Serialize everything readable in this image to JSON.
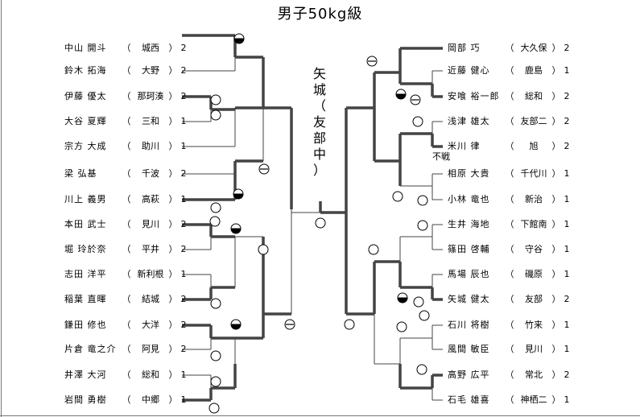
{
  "title": "男子50kg級",
  "champion": {
    "chars": [
      "矢",
      "城",
      "（",
      "友",
      "部",
      "中",
      "）"
    ]
  },
  "left_entries": [
    {
      "name": "中山 開斗",
      "club": "城西",
      "score": "2"
    },
    {
      "name": "鈴木 拓海",
      "club": "大野",
      "score": "2"
    },
    {
      "name": "伊藤 優太",
      "club": "那珂湊",
      "score": "2"
    },
    {
      "name": "大谷 夏輝",
      "club": "三和",
      "score": "1"
    },
    {
      "name": "宗方 大成",
      "club": "助川",
      "score": "1"
    },
    {
      "name": "梁 弘基",
      "club": "千波",
      "score": "2"
    },
    {
      "name": "川上 義男",
      "club": "高萩",
      "score": "1"
    },
    {
      "name": "本田 武士",
      "club": "見川",
      "score": "2"
    },
    {
      "name": "堀 玲於奈",
      "club": "平井",
      "score": "2"
    },
    {
      "name": "志田 洋平",
      "club": "新利根",
      "score": "1"
    },
    {
      "name": "稲葉 直暉",
      "club": "結城",
      "score": "2"
    },
    {
      "name": "鎌田 修也",
      "club": "大洋",
      "score": "2"
    },
    {
      "name": "片倉 竜之介",
      "club": "阿見",
      "score": "2"
    },
    {
      "name": "井澤 大河",
      "club": "総和",
      "score": "1"
    },
    {
      "name": "岩間 勇樹",
      "club": "中郷",
      "score": "1"
    }
  ],
  "right_entries": [
    {
      "name": "岡部 巧",
      "club": "大久保",
      "score": "2"
    },
    {
      "name": "近藤 健心",
      "club": "鹿島",
      "score": "1"
    },
    {
      "name": "安喰 裕一郎",
      "club": "総和",
      "score": "2"
    },
    {
      "name": "浅津 雄太",
      "club": "友部二",
      "score": "2"
    },
    {
      "name": "米川 律",
      "club": "旭",
      "score": "2"
    },
    {
      "name": "相原 大貴",
      "club": "千代川",
      "score": "1"
    },
    {
      "name": "小林 竜也",
      "club": "新治",
      "score": "1"
    },
    {
      "name": "生井 海地",
      "club": "下館南",
      "score": "1"
    },
    {
      "name": "篠田 啓輔",
      "club": "守谷",
      "score": "1"
    },
    {
      "name": "馬場 辰也",
      "club": "磯原",
      "score": "1"
    },
    {
      "name": "矢城 健太",
      "club": "友部",
      "score": "2"
    },
    {
      "name": "石川 将樹",
      "club": "竹来",
      "score": "1"
    },
    {
      "name": "風間 敏臣",
      "club": "見川",
      "score": "1"
    },
    {
      "name": "高野 広平",
      "club": "常北",
      "score": "2"
    },
    {
      "name": "石毛 雄喜",
      "club": "神栖二",
      "score": "1"
    }
  ],
  "punctuation": {
    "open": "（",
    "close": "）"
  },
  "notes": {
    "default_win": "不戦"
  },
  "result_symbols": {
    "white": "white-circle",
    "half": "half-black-circle",
    "minus": "circle-minus",
    "line": "#444444"
  }
}
